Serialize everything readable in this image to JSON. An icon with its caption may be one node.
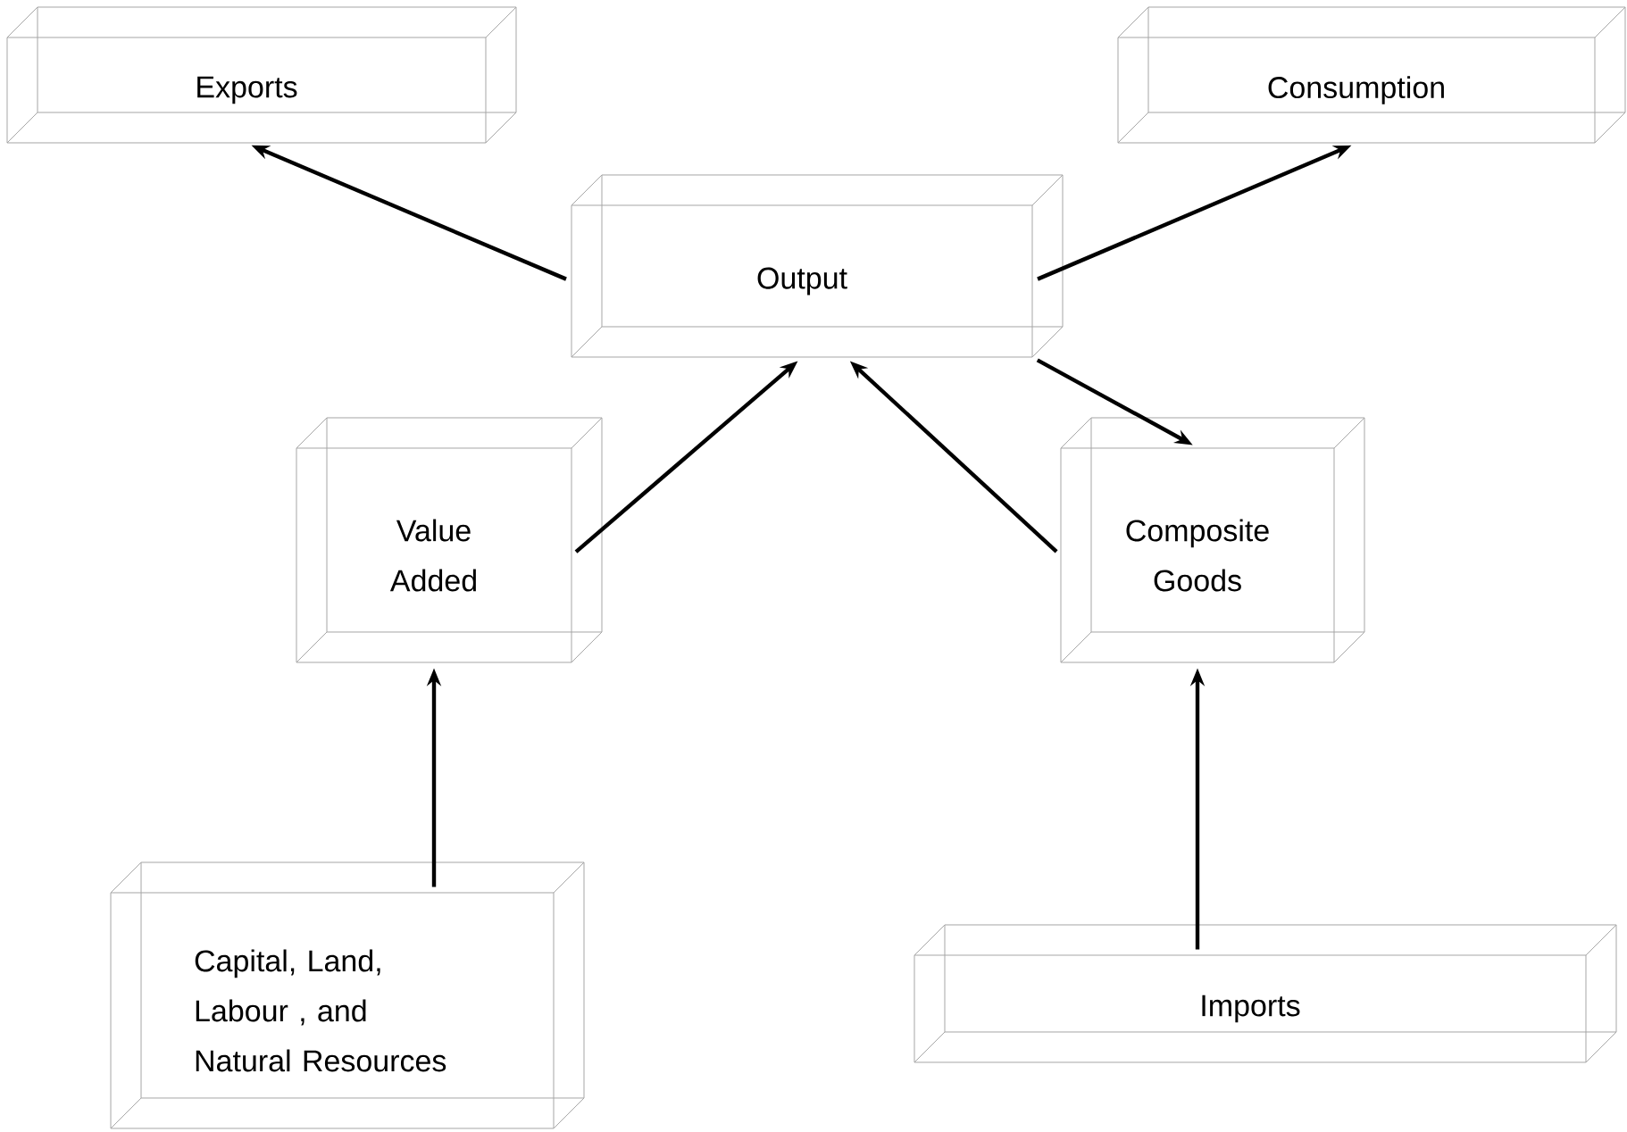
{
  "diagram": {
    "nodes": [
      {
        "text": [
          "Exports"
        ]
      },
      {
        "text": [
          "Consumption"
        ]
      },
      {
        "text": [
          "Output"
        ]
      },
      {
        "text": [
          "Value Added"
        ]
      },
      {
        "text": [
          "Composite Goods"
        ]
      },
      {
        "text": [
          "Capital, Land, Labour , and Natural Resources"
        ]
      },
      {
        "text": [
          "Imports"
        ]
      }
    ],
    "edges": [
      {
        "from": 2,
        "to": 0,
        "arrow": "to"
      },
      {
        "from": 2,
        "to": 1,
        "arrow": "to"
      },
      {
        "from": 2,
        "to": 4,
        "arrow": "to"
      },
      {
        "from": 4,
        "to": 2,
        "arrow": "to"
      },
      {
        "from": 3,
        "to": 2,
        "arrow": "to"
      },
      {
        "from": 5,
        "to": 3,
        "arrow": "to"
      },
      {
        "from": 6,
        "to": 4,
        "arrow": "to"
      }
    ]
  }
}
